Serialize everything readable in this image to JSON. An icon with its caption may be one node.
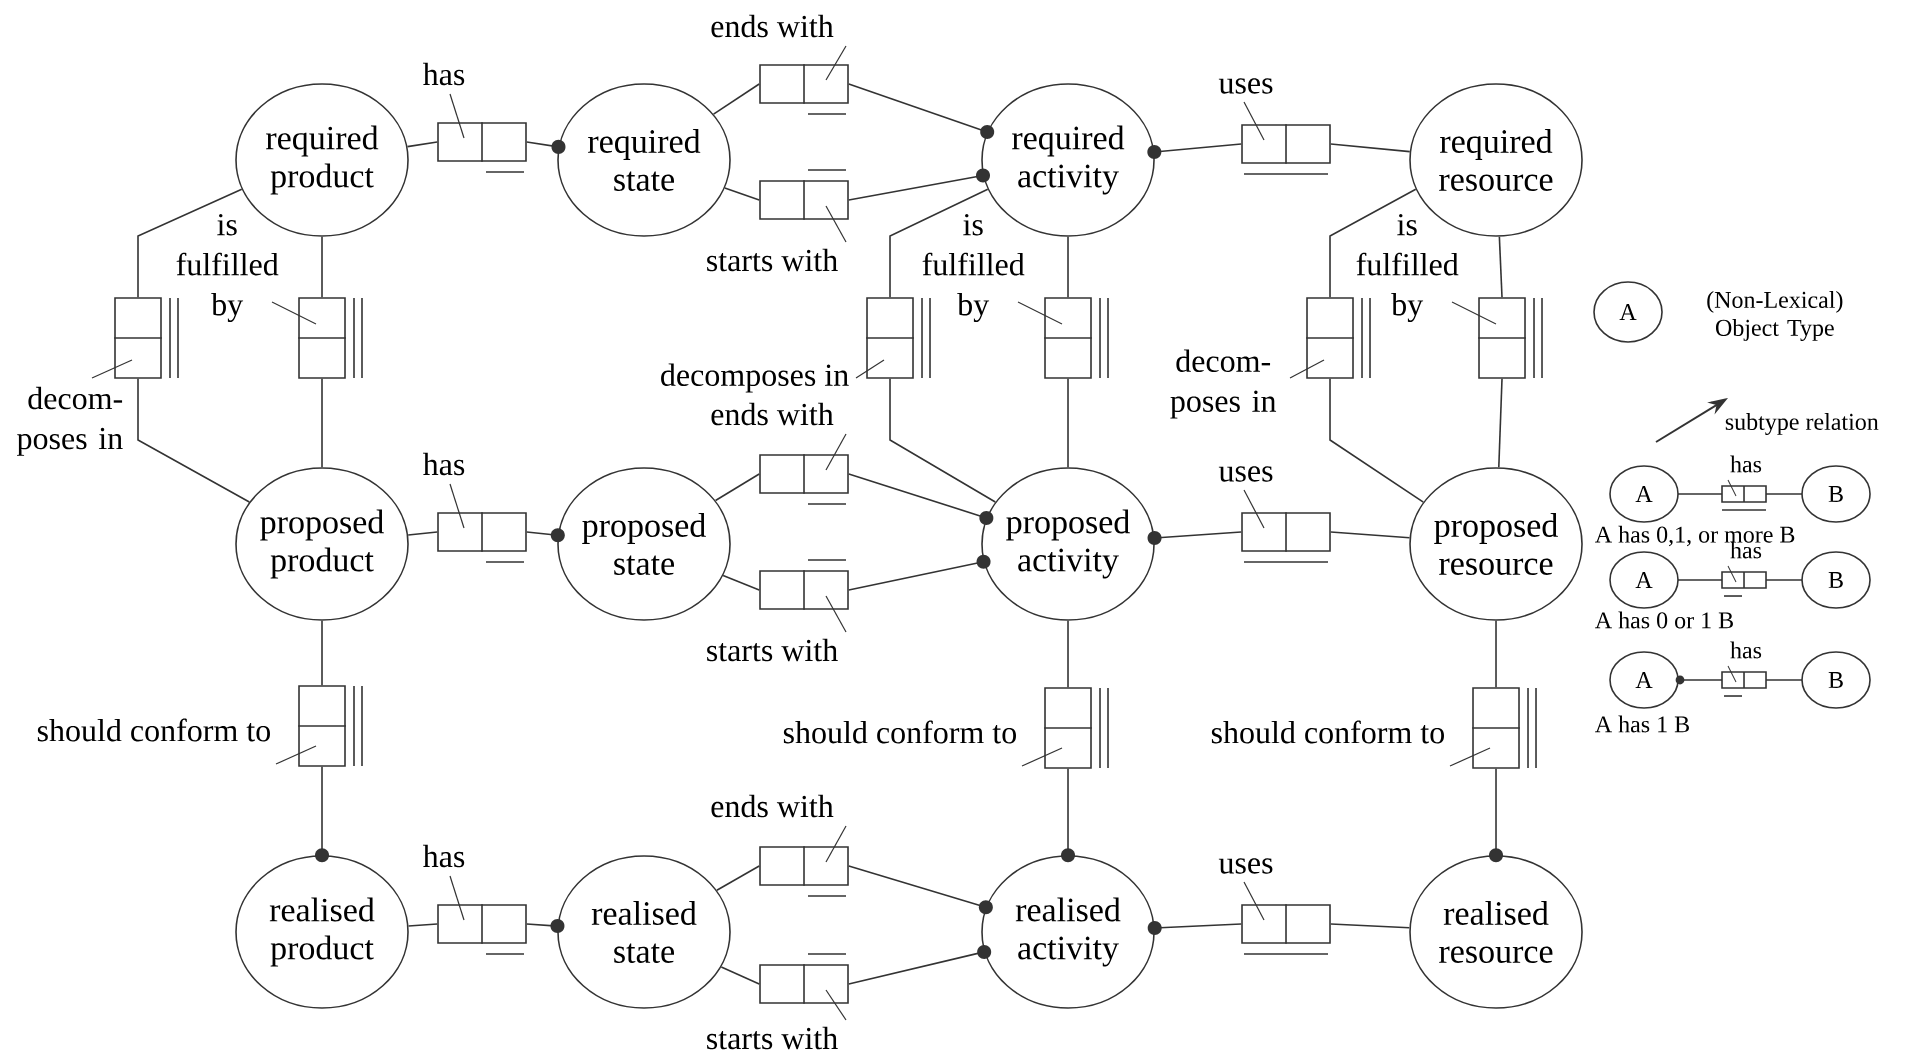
{
  "diagram": {
    "nodes": [
      {
        "text": [
          "required product"
        ]
      },
      {
        "text": [
          "required state"
        ]
      },
      {
        "text": [
          "required activity"
        ]
      },
      {
        "text": [
          "required resource"
        ]
      },
      {
        "text": [
          "proposed product"
        ]
      },
      {
        "text": [
          "proposed state"
        ]
      },
      {
        "text": [
          "proposed activity"
        ]
      },
      {
        "text": [
          "proposed resource"
        ]
      },
      {
        "text": [
          "realised product"
        ]
      },
      {
        "text": [
          "realised state"
        ]
      },
      {
        "text": [
          "realised activity"
        ]
      },
      {
        "text": [
          "realised resource"
        ]
      },
      {
        "text": [],
        "shape": "box"
      },
      {
        "text": [],
        "shape": "box"
      },
      {
        "text": [],
        "shape": "box"
      },
      {
        "text": [],
        "shape": "box"
      },
      {
        "text": [],
        "shape": "box"
      },
      {
        "text": [],
        "shape": "box"
      },
      {
        "text": [],
        "shape": "box"
      },
      {
        "text": [],
        "shape": "box"
      },
      {
        "text": [],
        "shape": "box"
      },
      {
        "text": [],
        "shape": "box"
      },
      {
        "text": [],
        "shape": "box"
      },
      {
        "text": [],
        "shape": "box"
      },
      {
        "text": [],
        "shape": "box"
      },
      {
        "text": [],
        "shape": "box"
      },
      {
        "text": [],
        "shape": "box"
      },
      {
        "text": [],
        "shape": "box"
      },
      {
        "text": [],
        "shape": "box"
      },
      {
        "text": [],
        "shape": "box"
      },
      {
        "text": [],
        "shape": "box"
      },
      {
        "text": [],
        "shape": "box"
      },
      {
        "text": [],
        "shape": "box"
      },
      {
        "text": [
          "has"
        ]
      },
      {
        "text": [
          "ends with"
        ]
      },
      {
        "text": [
          "starts with"
        ]
      },
      {
        "text": [
          "uses"
        ]
      },
      {
        "text": [
          "decom- poses in"
        ]
      },
      {
        "text": [
          "is fulfilled by"
        ]
      },
      {
        "text": [
          "decomposes in"
        ]
      },
      {
        "text": [
          "is fulfilled by"
        ]
      },
      {
        "text": [
          "decom- poses in"
        ]
      },
      {
        "text": [
          "is fulfilled by"
        ]
      },
      {
        "text": [
          "has"
        ]
      },
      {
        "text": [
          "ends with"
        ]
      },
      {
        "text": [
          "starts with"
        ]
      },
      {
        "text": [
          "uses"
        ]
      },
      {
        "text": [
          "should conform to"
        ]
      },
      {
        "text": [
          "should conform to"
        ]
      },
      {
        "text": [
          "should conform to"
        ]
      },
      {
        "text": [
          "has"
        ]
      },
      {
        "text": [
          "ends with"
        ]
      },
      {
        "text": [
          "starts with"
        ]
      },
      {
        "text": [
          "uses"
        ]
      }
    ],
    "edges": [
      {
        "from": 0,
        "to": 12,
        "arrow": "none"
      },
      {
        "from": 12,
        "to": 1,
        "arrow": "other"
      },
      {
        "from": 1,
        "to": 13,
        "arrow": "none"
      },
      {
        "from": 13,
        "to": 2,
        "arrow": "other"
      },
      {
        "from": 1,
        "to": 14,
        "arrow": "none"
      },
      {
        "from": 14,
        "to": 2,
        "arrow": "other"
      },
      {
        "from": 15,
        "to": 2,
        "arrow": "other"
      },
      {
        "from": 15,
        "to": 3,
        "arrow": "none"
      },
      {
        "from": 0,
        "to": 16,
        "arrow": "none"
      },
      {
        "from": 16,
        "to": 4,
        "arrow": "none"
      },
      {
        "from": 0,
        "to": 17,
        "arrow": "none"
      },
      {
        "from": 17,
        "to": 4,
        "arrow": "none"
      },
      {
        "from": 2,
        "to": 18,
        "arrow": "none"
      },
      {
        "from": 18,
        "to": 6,
        "arrow": "none"
      },
      {
        "from": 2,
        "to": 19,
        "arrow": "none"
      },
      {
        "from": 19,
        "to": 6,
        "arrow": "none"
      },
      {
        "from": 3,
        "to": 20,
        "arrow": "none"
      },
      {
        "from": 20,
        "to": 7,
        "arrow": "none"
      },
      {
        "from": 3,
        "to": 21,
        "arrow": "none"
      },
      {
        "from": 21,
        "to": 7,
        "arrow": "none"
      },
      {
        "from": 4,
        "to": 22,
        "arrow": "none"
      },
      {
        "from": 22,
        "to": 5,
        "arrow": "other"
      },
      {
        "from": 5,
        "to": 23,
        "arrow": "none"
      },
      {
        "from": 23,
        "to": 6,
        "arrow": "other"
      },
      {
        "from": 5,
        "to": 24,
        "arrow": "none"
      },
      {
        "from": 24,
        "to": 6,
        "arrow": "other"
      },
      {
        "from": 25,
        "to": 6,
        "arrow": "other"
      },
      {
        "from": 25,
        "to": 7,
        "arrow": "none"
      },
      {
        "from": 4,
        "to": 26,
        "arrow": "none"
      },
      {
        "from": 26,
        "to": 8,
        "arrow": "other"
      },
      {
        "from": 6,
        "to": 27,
        "arrow": "none"
      },
      {
        "from": 27,
        "to": 10,
        "arrow": "other"
      },
      {
        "from": 7,
        "to": 28,
        "arrow": "none"
      },
      {
        "from": 28,
        "to": 11,
        "arrow": "other"
      },
      {
        "from": 8,
        "to": 29,
        "arrow": "none"
      },
      {
        "from": 29,
        "to": 9,
        "arrow": "other"
      },
      {
        "from": 9,
        "to": 30,
        "arrow": "none"
      },
      {
        "from": 30,
        "to": 10,
        "arrow": "other"
      },
      {
        "from": 9,
        "to": 31,
        "arrow": "none"
      },
      {
        "from": 31,
        "to": 10,
        "arrow": "other"
      },
      {
        "from": 32,
        "to": 10,
        "arrow": "other"
      },
      {
        "from": 32,
        "to": 11,
        "arrow": "none"
      },
      {
        "from": 33,
        "to": 12,
        "arrow": "none"
      },
      {
        "from": 34,
        "to": 13,
        "arrow": "none"
      },
      {
        "from": 35,
        "to": 14,
        "arrow": "none"
      },
      {
        "from": 36,
        "to": 15,
        "arrow": "none"
      },
      {
        "from": 37,
        "to": 16,
        "arrow": "none"
      },
      {
        "from": 38,
        "to": 17,
        "arrow": "none"
      },
      {
        "from": 39,
        "to": 18,
        "arrow": "none"
      },
      {
        "from": 40,
        "to": 19,
        "arrow": "none"
      },
      {
        "from": 41,
        "to": 20,
        "arrow": "none"
      },
      {
        "from": 42,
        "to": 21,
        "arrow": "none"
      },
      {
        "from": 43,
        "to": 22,
        "arrow": "none"
      },
      {
        "from": 44,
        "to": 23,
        "arrow": "none"
      },
      {
        "from": 45,
        "to": 24,
        "arrow": "none"
      },
      {
        "from": 46,
        "to": 25,
        "arrow": "none"
      },
      {
        "from": 47,
        "to": 26,
        "arrow": "none"
      },
      {
        "from": 48,
        "to": 27,
        "arrow": "none"
      },
      {
        "from": 49,
        "to": 28,
        "arrow": "none"
      },
      {
        "from": 50,
        "to": 29,
        "arrow": "none"
      },
      {
        "from": 51,
        "to": 30,
        "arrow": "none"
      },
      {
        "from": 52,
        "to": 31,
        "arrow": "none"
      },
      {
        "from": 53,
        "to": 32,
        "arrow": "none"
      }
    ],
    "labels": [
      "A",
      "has",
      "A",
      "B",
      "has",
      "A",
      "B",
      "has",
      "A",
      "B"
    ],
    "legend": [
      {
        "text": "(Non-Lexical) Object Type"
      },
      {
        "text": "subtype relation"
      },
      {
        "text": "A has 0,1, or more B"
      },
      {
        "text": "A has 0 or 1 B"
      },
      {
        "text": "A has 1 B"
      }
    ]
  }
}
